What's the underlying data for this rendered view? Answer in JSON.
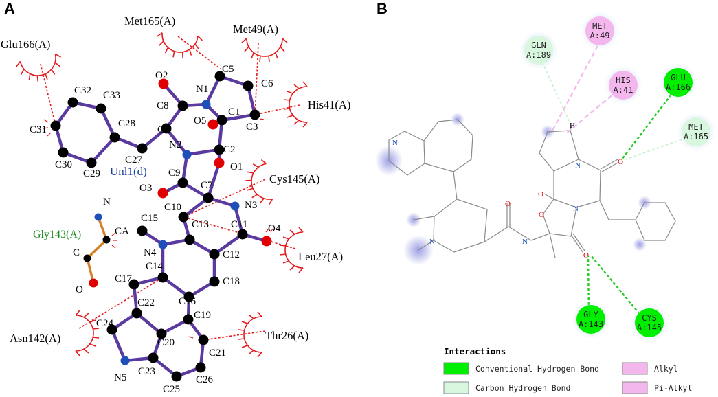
{
  "panels": {
    "a": {
      "letter": "A",
      "ligand_label": "Unl1(d)",
      "gly_label": "Gly143(A)",
      "gly_atoms": {
        "n": "N",
        "ca": "CA",
        "c": "C",
        "o": "O"
      },
      "residues": [
        "Glu166(A)",
        "Met165(A)",
        "Met49(A)",
        "His41(A)",
        "Cys145(A)",
        "Leu27(A)",
        "Thr26(A)",
        "Asn142(A)"
      ],
      "atoms": {
        "C31": "C31",
        "C32": "C32",
        "C33": "C33",
        "C28": "C28",
        "C30": "C30",
        "C29": "C29",
        "C27": "C27",
        "O2": "O2",
        "C8": "C8",
        "C4": "C4",
        "N1": "N1",
        "C5": "C5",
        "C6": "C6",
        "C1": "C1",
        "C3": "C3",
        "O5": "O5",
        "C2": "C2",
        "N2": "N2",
        "C9": "C9",
        "O1": "O1",
        "O3": "O3",
        "C7": "C7",
        "C10": "C10",
        "N3": "N3",
        "C11": "C11",
        "O4": "O4",
        "C13": "C13",
        "C15": "C15",
        "N4": "N4",
        "C12": "C12",
        "C14": "C14",
        "C17": "C17",
        "C18": "C18",
        "C16": "C16",
        "C22": "C22",
        "C19": "C19",
        "C24": "C24",
        "C20": "C20",
        "C21": "C21",
        "N5": "N5",
        "C23": "C23",
        "C26": "C26",
        "C25": "C25"
      }
    },
    "b": {
      "letter": "B",
      "residues": [
        {
          "line1": "MET",
          "line2": "A:49",
          "kind": "alkyl"
        },
        {
          "line1": "GLN",
          "line2": "A:189",
          "kind": "carbon_hbond"
        },
        {
          "line1": "HIS",
          "line2": "A:41",
          "kind": "alkyl"
        },
        {
          "line1": "GLU",
          "line2": "A:166",
          "kind": "conventional_hbond"
        },
        {
          "line1": "MET",
          "line2": "A:165",
          "kind": "carbon_hbond"
        },
        {
          "line1": "GLY",
          "line2": "A:143",
          "kind": "conventional_hbond"
        },
        {
          "line1": "CYS",
          "line2": "A:145",
          "kind": "conventional_hbond"
        }
      ],
      "atom_labels": {
        "n_indole": "N",
        "n_piperidine": "N",
        "h": "H",
        "o_keto1": "O",
        "oh": "O",
        "o_ring": "O",
        "o_keto2": "O",
        "o_amide": "O",
        "n_amide": "N",
        "n_ring1": "N",
        "n_ring2": "N"
      },
      "legend": {
        "title": "Interactions",
        "items": [
          {
            "label": "Conventional Hydrogen Bond",
            "color": "#00ee00"
          },
          {
            "label": "Carbon Hydrogen Bond",
            "color": "#d8f7de"
          },
          {
            "label": "Alkyl",
            "color": "#f3b7ee"
          },
          {
            "label": "Pi-Alkyl",
            "color": "#f3b7ee"
          }
        ]
      }
    }
  },
  "colors": {
    "bond": "#5a3a9e",
    "atom_c": "#000000",
    "atom_n": "#1f4fb8",
    "atom_o": "#e00000",
    "contact": "#e41a1c",
    "gly_bond": "#d4822a",
    "conventional_hbond": "#00ee00",
    "carbon_hbond": "#d8f7de",
    "alkyl": "#f3b7ee"
  }
}
